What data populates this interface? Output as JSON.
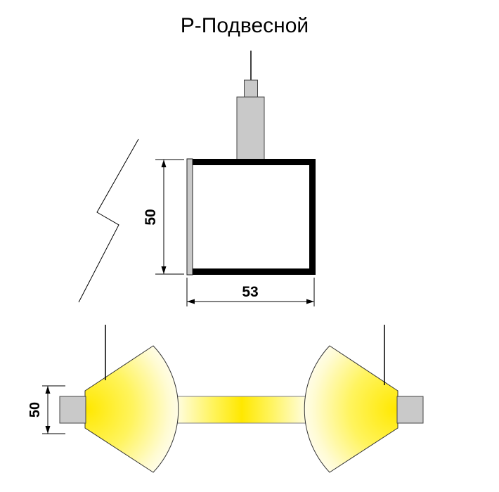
{
  "title": "Р-Подвесной",
  "section_view": {
    "height_label": "50",
    "width_label": "53"
  },
  "beam_view": {
    "height_label": "50"
  },
  "colors": {
    "profile": "#000000",
    "hardware": "#c9c9c9",
    "outline": "#444444",
    "beam_core": "#ffe800",
    "beam_mid": "#fff45e",
    "beam_faint": "#fffbd0",
    "beam_edge": "#ffffff"
  }
}
